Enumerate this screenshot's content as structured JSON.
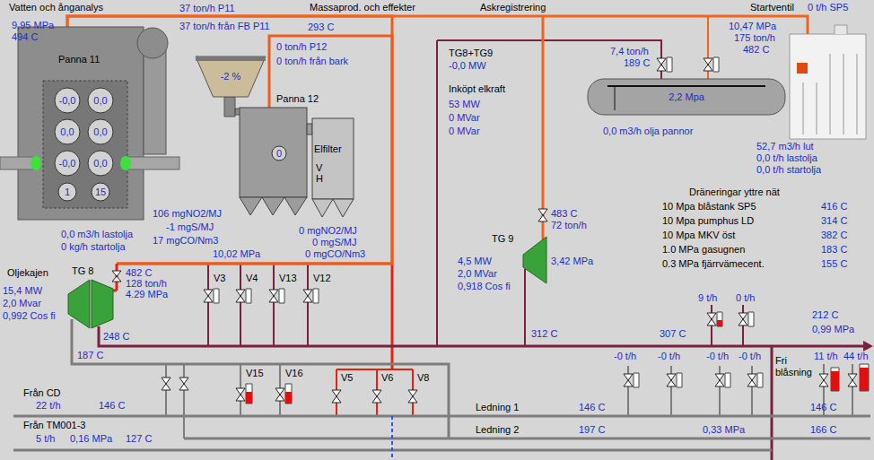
{
  "diagram": {
    "nodes": [
      {
        "text": [
          "Panna 11"
        ]
      },
      {
        "text": [
          "-0,0"
        ],
        "in": 0
      },
      {
        "text": [
          "0,0"
        ],
        "in": 0
      },
      {
        "text": [
          "0,0"
        ],
        "in": 0
      },
      {
        "text": [
          "0,0"
        ],
        "in": 0
      },
      {
        "text": [
          "-0,0"
        ],
        "in": 0
      },
      {
        "text": [
          "0,0"
        ],
        "in": 0
      },
      {
        "text": [
          "1"
        ],
        "in": 0
      },
      {
        "text": [
          "15"
        ],
        "in": 0
      },
      {
        "text": [
          "-2 %"
        ]
      },
      {
        "text": [
          "Panna 12"
        ]
      },
      {
        "text": [
          "0"
        ],
        "in": 10
      },
      {
        "text": [
          "TG 8"
        ]
      },
      {
        "text": [
          "TG 9"
        ]
      },
      {
        "text": [
          "2,2 Mpa"
        ]
      }
    ],
    "edges": [
      {
        "from": 0,
        "to": 12,
        "arrow": "none"
      },
      {
        "from": 10,
        "to": 12,
        "arrow": "none"
      },
      {
        "from": 0,
        "to": 13,
        "arrow": "none"
      }
    ],
    "labels": [
      "Vatten och ånganalys",
      "9,95 MPa",
      "494 C",
      "37 ton/h P11",
      "37 ton/h från FB P11",
      "Massaprod. och effekter",
      "Askregistrering",
      "Startventil",
      "0 t/h SP5",
      "293 C",
      "0 ton/h P12",
      "0 ton/h från bark",
      "10,47 MPa",
      "175 ton/h",
      "482 C",
      "TG8+TG9",
      "-0,0 MW",
      "Inköpt elkraft",
      "53 MW",
      "0 MVar",
      "0 MVar",
      "7,4 ton/h",
      "189 C",
      "0,0 m3/h olja pannor",
      "52,7 m3/h lut",
      "0,0 t/h lastolja",
      "0,0 t/h startolja",
      "Elfilter",
      "V",
      "H",
      "0,0 m3/h lastolja",
      "0 kg/h startolja",
      "106 mgNO2/MJ",
      "-1 mgS/MJ",
      "17 mgCO/Nm3",
      "0 mgNO2/MJ",
      "0 mgS/MJ",
      "0 mgCO/Nm3",
      "10,02 MPa",
      "Oljekajen",
      "15,4 MW",
      "2,0 Mvar",
      "0,992 Cos fi",
      "482 C",
      "128 ton/h",
      "4.29 MPa",
      "V3",
      "V4",
      "V13",
      "V12",
      "248 C",
      "187 C",
      "483 C",
      "72 ton/h",
      "4,5 MW",
      "2,0 MVar",
      "0,918 Cos fi",
      "3,42 MPa",
      "312 C",
      "Dräneringar yttre nät",
      "10 Mpa blåstank SP5",
      "416 C",
      "10 Mpa pumphus LD",
      "314 C",
      "10 Mpa MKV öst",
      "382 C",
      "1.0 MPa gasugnen",
      "183 C",
      "0.3 MPa fjärrvämecent.",
      "155 C",
      "9 t/h",
      "0 t/h",
      "212 C",
      "0,99 MPa",
      "307 C",
      "V15",
      "V16",
      "V5",
      "V6",
      "V8",
      "Från CD",
      "22 t/h",
      "146 C",
      "-0 t/h",
      "-0 t/h",
      "-0 t/h",
      "-0 t/h",
      "Fri blåsning",
      "11 t/h",
      "44 t/h",
      "Ledning 1",
      "146 C",
      "146 C",
      "Från TM001-3",
      "5 t/h",
      "0,16 MPa",
      "127 C",
      "Ledning 2",
      "197 C",
      "0,33 MPa",
      "166 C"
    ]
  }
}
